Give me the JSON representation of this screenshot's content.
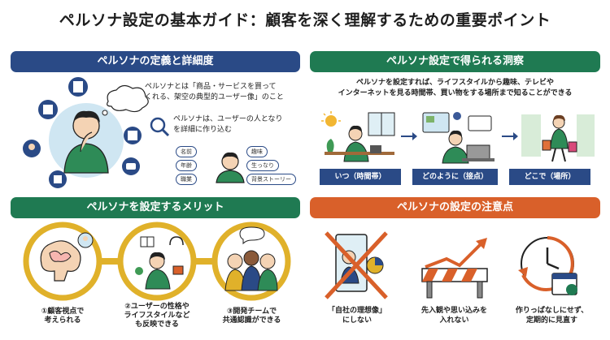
{
  "page": {
    "title": "ペルソナ設定の基本ガイド：顧客を深く理解するための重要ポイント"
  },
  "section1": {
    "header": "ペルソナの定義と詳細度",
    "definition_line1": "ペルソナとは「商品・サービスを買って",
    "definition_line2": "くれる、架空の典型的ユーザー像」のこと",
    "detail_line1": "ペルソナは、ユーザーの人となり",
    "detail_line2": "を詳細に作り込む",
    "tags": [
      "名前",
      "趣味",
      "年齢",
      "生っなり",
      "職業",
      "背景ストーリー"
    ]
  },
  "section2": {
    "header": "ペルソナ設定で得られる洞察",
    "desc_line1": "ペルソナを設定すれば、ライフスタイルから趣味、テレビや",
    "desc_line2": "インターネットを見る時間帯、買い物をする場所まで知ることができる",
    "timeline": [
      "いつ（時間帯）",
      "どのように（接点）",
      "どこで（場所）"
    ]
  },
  "section3": {
    "header": "ペルソナを設定するメリット",
    "merits": [
      {
        "line1": "①顧客視点で",
        "line2": "考えられる",
        "line3": ""
      },
      {
        "line1": "②ユーザーの性格や",
        "line2": "ライフスタイルなど",
        "line3": "も反映できる"
      },
      {
        "line1": "③開発チームで",
        "line2": "共通認識ができる",
        "line3": ""
      }
    ]
  },
  "section4": {
    "header": "ペルソナの設定の注意点",
    "cautions": [
      {
        "line1": "「自社の理想像」",
        "line2": "にしない"
      },
      {
        "line1": "先入観や思い込みを",
        "line2": "入れない"
      },
      {
        "line1": "作りっぱなしにせず、",
        "line2": "定期的に見直す"
      }
    ]
  },
  "colors": {
    "blue": "#2a4a86",
    "green": "#1f7a52",
    "orange": "#d9602a",
    "gold": "#e0b12a"
  }
}
